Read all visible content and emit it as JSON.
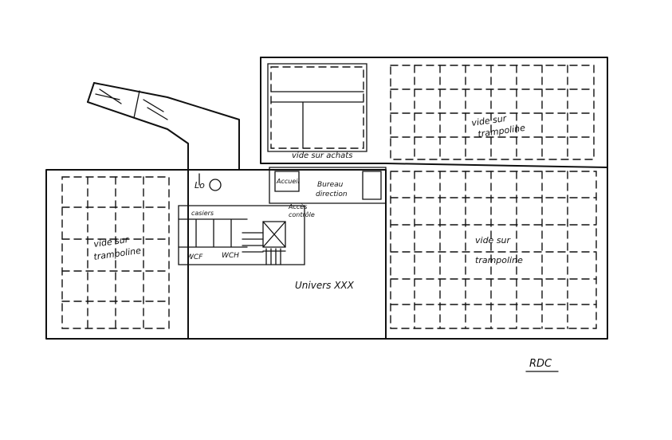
{
  "labels": {
    "left_void": [
      "vide sur",
      "trampoline"
    ],
    "top_right_void": [
      "vide sur",
      "trampoline"
    ],
    "right_void": [
      "vide sur",
      "trampoline"
    ],
    "top_void": "vide sur achats",
    "accueil": "Accueil",
    "bureau": [
      "Bureau",
      "direction"
    ],
    "acces": [
      "Accès",
      "contrôle"
    ],
    "casiers": "casiers",
    "wcf": "WCF",
    "wch": "WCH",
    "lo": "Lo",
    "univers": "Univers XXX",
    "level": "RDC"
  }
}
